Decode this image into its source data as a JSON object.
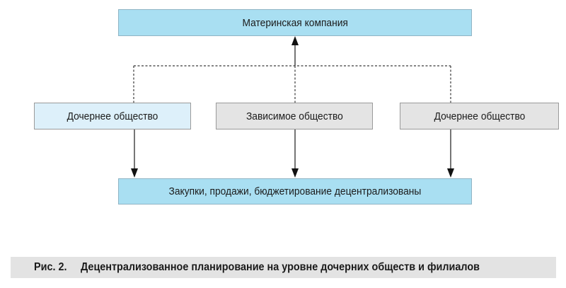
{
  "diagram": {
    "parent_box": {
      "label": "Материнская компания"
    },
    "middle_boxes": [
      {
        "label": "Дочернее общество",
        "variant": "light-blue"
      },
      {
        "label": "Зависимое общество",
        "variant": "gray"
      },
      {
        "label": "Дочернее общество",
        "variant": "gray"
      }
    ],
    "bottom_box": {
      "label": "Закупки, продажи, бюджетирование децентрализованы"
    },
    "connectors": {
      "up_arrow": "from dashed bus to parent box",
      "down_arrows": "from each middle box to bottom box",
      "dashed_bus": "horizontal dashed line linking three middle boxes to parent arrow"
    }
  },
  "caption": {
    "figure_label": "Рис. 2.",
    "text": "Децентрализованное планирование на уровне дочерних обществ и филиалов"
  },
  "colors": {
    "box_blue": "#a9dff2",
    "box_light_blue": "#ddf0fa",
    "box_gray": "#e4e4e4",
    "box_border_blue": "#90b4c4",
    "box_border_gray": "#9a9a9a",
    "caption_band": "#e3e3e3",
    "line": "#3a3a3a",
    "text": "#1b1b1b"
  }
}
